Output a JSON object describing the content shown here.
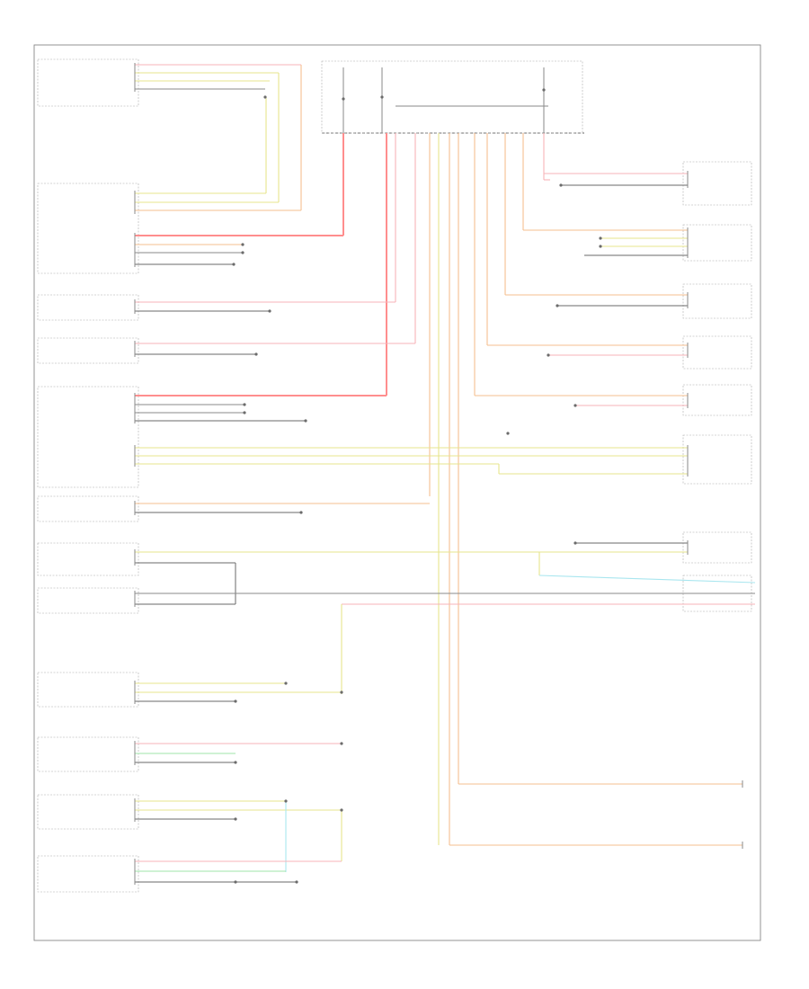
{
  "diagram": {
    "footer_code": "",
    "components": [
      {
        "id": "lf-turn",
        "label": ""
      },
      {
        "id": "rf-turn",
        "label": ""
      },
      {
        "id": "hazard-switch",
        "label": ""
      },
      {
        "id": "left-cluster",
        "label": ""
      },
      {
        "id": "right-cluster",
        "label": ""
      },
      {
        "id": "lr-lamp",
        "label": ""
      },
      {
        "id": "rr-lamp",
        "label": ""
      }
    ]
  }
}
